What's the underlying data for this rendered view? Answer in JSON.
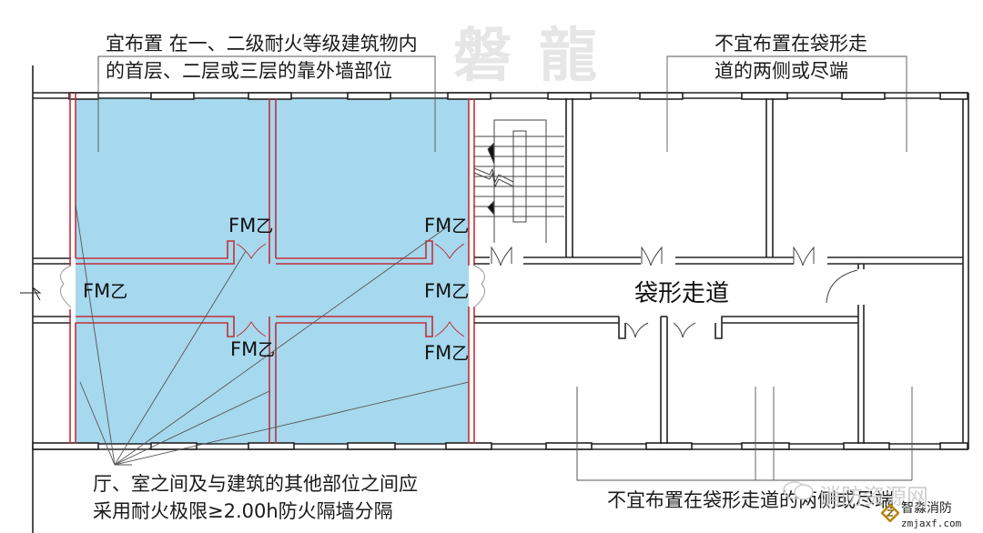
{
  "watermark": {
    "logo_text": "磐龍",
    "site_text": "消防资源网",
    "brand_name": "智淼消防",
    "brand_url": "zmjaxf.com"
  },
  "annotations": {
    "top_left": {
      "line1": "宜布置 在一、二级耐火等级建筑物内",
      "line2": "的首层、二层或三层的靠外墙部位"
    },
    "top_right": {
      "line1": "不宜布置在袋形走",
      "line2": "道的两侧或尽端"
    },
    "bottom_left": {
      "line1": "厅、室之间及与建筑的其他部位之间应",
      "line2": "采用耐火极限≥2.00h防火隔墙分隔"
    },
    "bottom_right": {
      "line1": "不宜布置在袋形走道的两侧或尽端"
    }
  },
  "floor_plan": {
    "corridor_label": "袋形走道",
    "door_labels": [
      {
        "id": "fm-1",
        "main": "FM",
        "sub": "乙"
      },
      {
        "id": "fm-2",
        "main": "FM",
        "sub": "乙"
      },
      {
        "id": "fm-3",
        "main": "FM",
        "sub": "乙"
      },
      {
        "id": "fm-4",
        "main": "FM",
        "sub": "乙"
      },
      {
        "id": "fm-5",
        "main": "FM",
        "sub": "乙"
      },
      {
        "id": "fm-6",
        "main": "FM",
        "sub": "乙"
      }
    ],
    "colors": {
      "highlight_fill": "#a6d8ee",
      "fire_wall": "#c0303a",
      "wall": "#222222"
    }
  }
}
